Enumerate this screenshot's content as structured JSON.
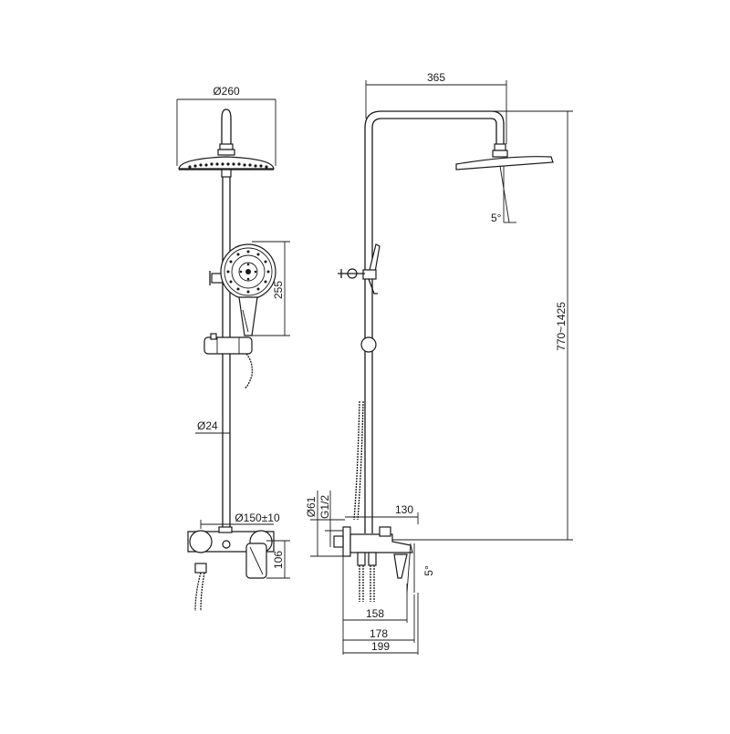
{
  "dimensions": {
    "head_diameter": "Ø260",
    "rail_diameter": "Ø24",
    "hand_shower_height": "255",
    "valve_spacing": "Ø150±10",
    "valve_height": "106",
    "arm_reach": "365",
    "height_range": "770~1425",
    "head_tilt": "5°",
    "spout_tilt": "5°",
    "flange_diameter": "Ø61",
    "thread_size": "G1/2",
    "spout_130": "130",
    "depth_158": "158",
    "depth_178": "178",
    "depth_199": "199"
  },
  "colors": {
    "line": "#1a1a1a",
    "background": "#ffffff"
  }
}
